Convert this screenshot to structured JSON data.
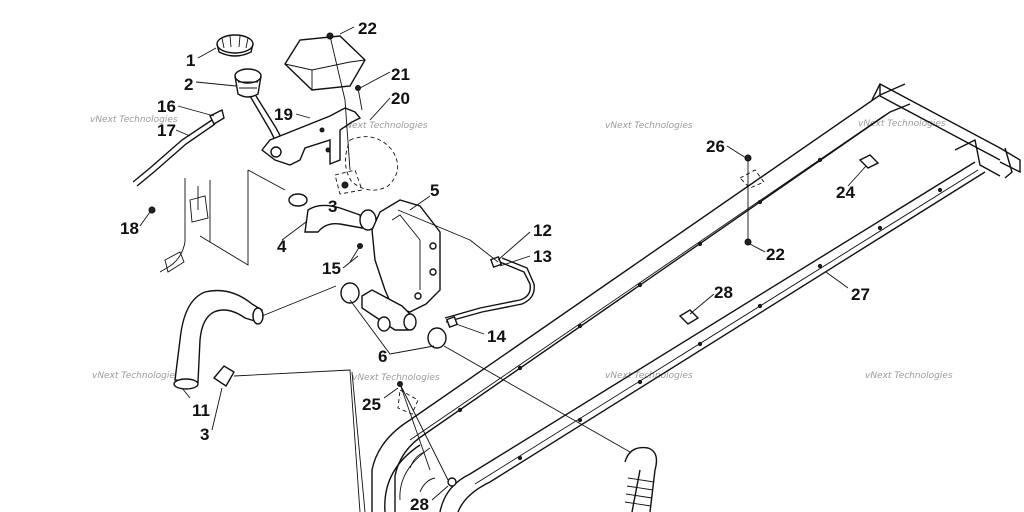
{
  "callouts": [
    {
      "id": "c1",
      "text": "1"
    },
    {
      "id": "c2",
      "text": "2"
    },
    {
      "id": "c16",
      "text": "16"
    },
    {
      "id": "c17",
      "text": "17"
    },
    {
      "id": "c18",
      "text": "18"
    },
    {
      "id": "c19",
      "text": "19"
    },
    {
      "id": "c22a",
      "text": "22"
    },
    {
      "id": "c21",
      "text": "21"
    },
    {
      "id": "c20",
      "text": "20"
    },
    {
      "id": "c3a",
      "text": "3"
    },
    {
      "id": "c4",
      "text": "4"
    },
    {
      "id": "c5",
      "text": "5"
    },
    {
      "id": "c15",
      "text": "15"
    },
    {
      "id": "c12",
      "text": "12"
    },
    {
      "id": "c13",
      "text": "13"
    },
    {
      "id": "c14",
      "text": "14"
    },
    {
      "id": "c6",
      "text": "6"
    },
    {
      "id": "c11",
      "text": "11"
    },
    {
      "id": "c3b",
      "text": "3"
    },
    {
      "id": "c25",
      "text": "25"
    },
    {
      "id": "c28a",
      "text": "28"
    },
    {
      "id": "c26",
      "text": "26"
    },
    {
      "id": "c24",
      "text": "24"
    },
    {
      "id": "c22b",
      "text": "22"
    },
    {
      "id": "c28b",
      "text": "28"
    },
    {
      "id": "c27",
      "text": "27"
    }
  ],
  "watermark": "vNext Technologies"
}
